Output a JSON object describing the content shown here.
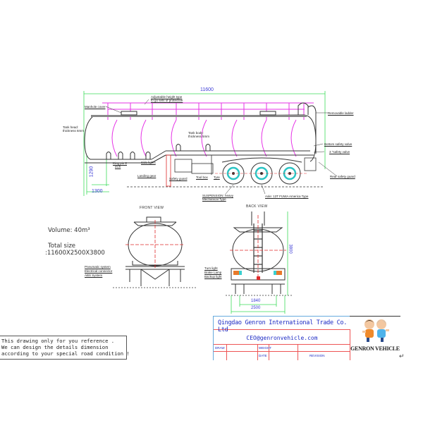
{
  "side_view": {
    "overall_length": "11600",
    "rear_height_dim": "1290",
    "front_overhang_dim": "1300",
    "labels": {
      "adjustable_rail": "Adjustable height type",
      "adjustable_rail_2": "to go sets of protective",
      "manhole_cover": "Manhole cover",
      "tank_head": "Tank head:",
      "tank_head_2": "thickness 6mm",
      "tank_body": "Tank body:",
      "tank_body_2": "thickness 5mm",
      "king_pin": "King pin  2",
      "king_pin_2": "inch",
      "side_lights": "Side lights",
      "landing_gear": "Landing gear",
      "safety_guard": "Safety guard",
      "tool_box": "Tool box",
      "tyre": "Tyre",
      "suspension": "SUSPENSION: heavy",
      "suspension_2": "Mechanical Type",
      "axle": "Axle: 13T FUWA America Type",
      "removable_ladder": "Removable ladder",
      "bottom_safety_valve": "Bottom safety valve",
      "three_inch_safety_valve": "3 \"safety valve",
      "rear_safety_guard": "Rear safety guard"
    }
  },
  "front_view": {
    "title": "FRONT VIEW",
    "labels": {
      "pneumatic": "Pneumatic system",
      "electrical": "Electrical connector",
      "abs": "ABS System"
    }
  },
  "back_view": {
    "title": "BACK VIEW",
    "height_dim": "3800",
    "track_dim": "1840",
    "width_dim": "2500",
    "labels": {
      "turn_light": "Turn light",
      "brake_lamp": "Brake Lamp",
      "backup_light": "Backup light"
    }
  },
  "specs": {
    "volume": "Volume:  40m³",
    "total_size_label": "Total  size",
    "total_size_value": ":11600X2500X3800"
  },
  "note": {
    "line1": "This drawing only for you reference .",
    "line2": "We can design the details dimension",
    "line3": "according to your special road condition !"
  },
  "title_block": {
    "company": "Qingdao Genron International Trade Co. Ltd",
    "email": "CEO@genronvehicle.com",
    "draw": "DRAW",
    "weight": "WEIGHT",
    "date": "DATE",
    "revision": "REVISION",
    "logo_text": "GENRON VEHICLE"
  },
  "colors": {
    "dimension_green": "#3ddc5a",
    "rail_magenta": "#e633e6",
    "centerline_red": "#e02a2a",
    "wheel_cyan": "#2cc4c4",
    "title_blue": "#1d2bc4"
  }
}
